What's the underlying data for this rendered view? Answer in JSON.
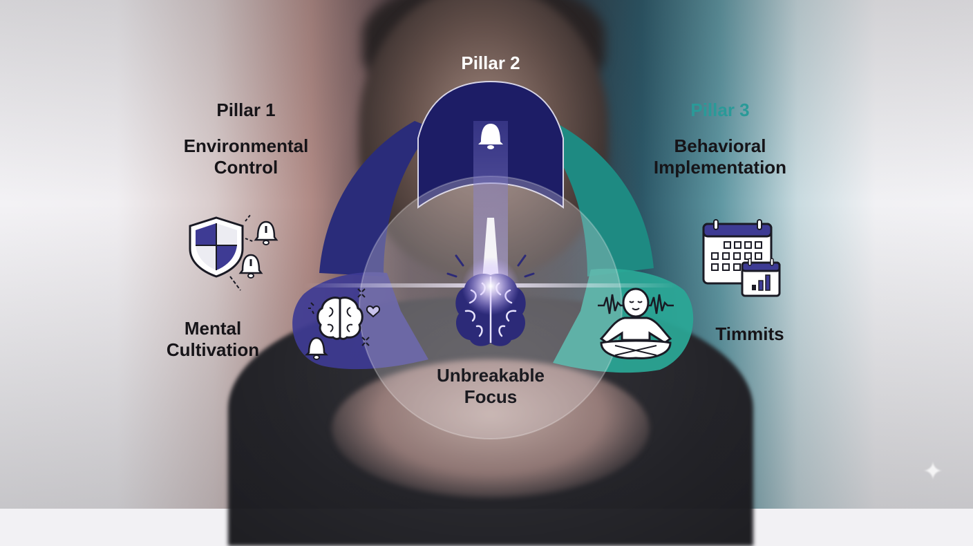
{
  "pillars": [
    {
      "id": "pillar-1",
      "title": "Pillar 1",
      "subtitle_line1": "Environmental",
      "subtitle_line2": "Control",
      "color": "#2a2c7a",
      "title_color": "#161418",
      "icon": "shield-with-bells-icon"
    },
    {
      "id": "pillar-2",
      "title": "Pillar 2",
      "color": "#1d1d66",
      "title_color": "#ffffff",
      "icon": "bell-icon"
    },
    {
      "id": "pillar-3",
      "title": "Pillar 3",
      "subtitle_line1": "Behavioral",
      "subtitle_line2": "Implementation",
      "color": "#1e8a82",
      "title_color": "#2a9a98",
      "icon": "calendar-with-chart-icon"
    }
  ],
  "side_labels": {
    "left_line1": "Mental",
    "left_line2": "Cultivation",
    "right": "Timmits"
  },
  "lobes": {
    "left": {
      "color": "#3e3b94",
      "icon": "brain-with-heart-icon"
    },
    "right": {
      "color": "#2aa897",
      "icon": "meditating-person-icon"
    }
  },
  "center": {
    "line1": "Unbreakable",
    "line2": "Focus",
    "icon": "glowing-brain-icon",
    "brain_color": "#2c2a78"
  },
  "watermark": {
    "icon": "sparkle-icon"
  }
}
